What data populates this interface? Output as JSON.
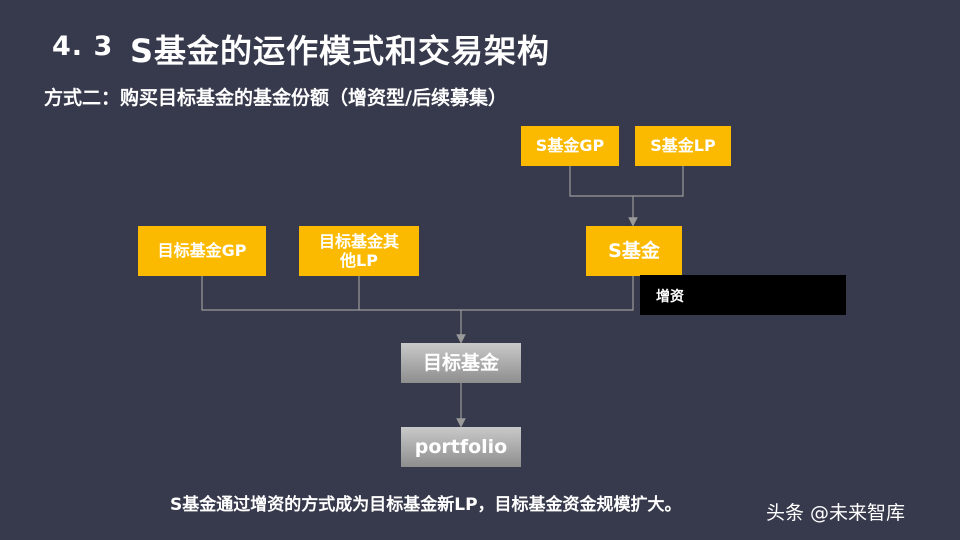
{
  "slide": {
    "section_number": "4. 3",
    "title": "S基金的运作模式和交易架构",
    "subtitle": "方式二：购买目标基金的基金份额（增资型/后续募集）",
    "caption": "S基金通过增资的方式成为目标基金新LP，目标基金资金规模扩大。",
    "watermark": "头条 @未来智库"
  },
  "diagram": {
    "nodes": {
      "s_fund_gp": "S基金GP",
      "s_fund_lp": "S基金LP",
      "target_gp": "目标基金GP",
      "target_other_lp": "目标基金其他LP",
      "s_fund": "S基金",
      "target_fund": "目标基金",
      "portfolio": "portfolio"
    },
    "edge_label": "增资"
  },
  "colors": {
    "background": "#373a4c",
    "box_yellow": "#fbba00",
    "box_gray": "#a9a9a9",
    "connector": "#9a9a9a",
    "label_black": "#000000"
  }
}
